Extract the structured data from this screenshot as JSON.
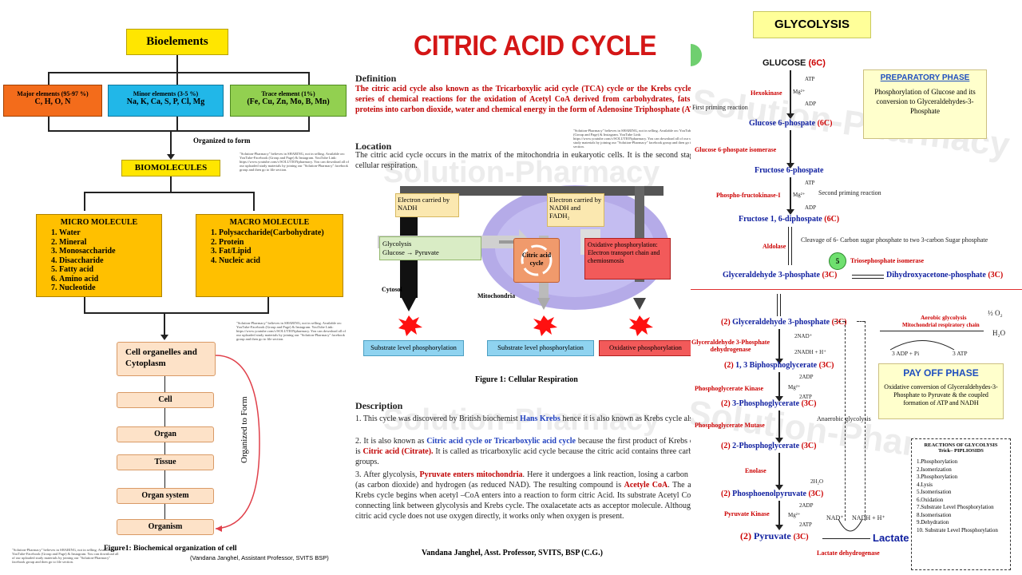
{
  "p1": {
    "bioelements": "Bioelements",
    "major": "Major elements (95-97 %)",
    "major_list": "C, H, O, N",
    "minor": "Minor elements (3-5 %)",
    "minor_list": "Na, K, Ca, S, P, Cl, Mg",
    "trace": "Trace element (1%)",
    "trace_list": "(Fe, Cu, Zn, Mo, B, Mn)",
    "organized": "Organized to form",
    "biomolecules": "BIOMOLECULES",
    "micro_title": "MICRO MOLECULE",
    "micro_items": [
      "Water",
      "Mineral",
      "Monosaccharide",
      "Disaccharide",
      "Fatty acid",
      "Amino acid",
      "Nucleotide"
    ],
    "macro_title": "MACRO MOLECULE",
    "macro_items": [
      "Polysaccharide(Carbohydrate)",
      "Protein",
      "Fat/Lipid",
      "Nucleic acid"
    ],
    "cell_org": "Cell organelles and Cytoplasm",
    "cell": "Cell",
    "organ": "Organ",
    "tissue": "Tissue",
    "organ_system": "Organ system",
    "organism": "Organism",
    "side_label": "Organized to Form",
    "fig_caption": "Figure1: Biochemical organization of cell",
    "author": "(Vandana Janghel, Assistant Professor, SVITS BSP)",
    "note1": "\"Solution-Pharmacy\" believes in SHARING, not in selling. Available on: YouTube-Facebook (Group and Page) & Instagram. YouTube Link: https://www.youtube.com/c/SOLUTIONpharmacy. You can download all of our uploaded study materials by joining our \"Solution-Pharmacy\" facebook group and then go to file section.",
    "note2": "\"Solution-Pharmacy\" believes in SHARING, not in selling. Available on: YouTube-Facebook (Group and Page) & Instagram. YouTube Link: https://www.youtube.com/c/SOLUTIONpharmacy. You can download all of our uploaded study materials by joining our \"Solution-Pharmacy\" facebook group and then go to file section.",
    "note3": "\"Solution-Pharmacy\" believes in SHARING, not in selling. Available on: YouTube-Facebook (Group and Page) & Instagram. You can download all of our uploaded study materials by joining our \"Solution-Pharmacy\" facebook group and then go to file section."
  },
  "p2": {
    "title": "CITRIC ACID CYCLE",
    "def_head": "Definition",
    "def_text": "The citric acid cycle also known as the Tricarboxylic acid cycle (TCA) cycle or the Krebs cycle is a series of chemical reactions for the oxidation of Acetyl CoA derived from carbohydrates, fats and proteins into carbon dioxide, water and chemical energy in the form of Adenosine Triphosphate (ATP).",
    "loc_head": "Location",
    "loc_text": "The citric acid cycle occurs in the matrix of the mitochondria in eukaryotic cells. It is the second stage of cellular respiration.",
    "note": "\"Solution-Pharmacy\" believes in SHARING, not in selling. Available on: YouTube-Facebook (Group and Page) & Instagram. YouTube Link: https://www.youtube.com/c/SOLUTIONpharmacy. You can download all of our uploaded study materials by joining our \"Solution-Pharmacy\" facebook group and then go to file section.",
    "electron1": "Electron carried by NADH",
    "electron2": "Electron carried by NADH and FADH₂",
    "glycolysis": "Glycolysis",
    "glucose": "Glucose",
    "pyruvate": "Pyruvate",
    "citric": "Citric acid cycle",
    "oxidative": "Oxidative phosphorylation: Electron transport chain and chemiosmosis",
    "cytosol": "Cytosol",
    "mitochondria": "Mitochondria",
    "atp": "ATP",
    "slp1": "Substrate level phosphorylation",
    "slp2": "Substrate level phosphorylation",
    "oxp": "Oxidative phosphorylation",
    "fig": "Figure 1: Cellular Respiration",
    "desc_head": "Description",
    "d1_a": "1. This cycle was discovered by British biochemist ",
    "d1_b": "Hans Krebs",
    "d1_c": " hence it is also known as Krebs cycle also",
    "d2_a": "2. It is also known as ",
    "d2_b": "Citric acid cycle or Tricarboxylic acid cycle",
    "d2_c": " because the first product of Krebs cycle is ",
    "d2_d": "Citric acid (Citrate).",
    "d2_e": " It is called as tricarboxylic acid cycle because the citric acid contains three carboxyl groups.",
    "d3_a": "3. After glycolysis, ",
    "d3_b": "Pyruvate enters mitochondria",
    "d3_c": ". Here it undergoes a link reaction, losing a carbon atom (as carbon dioxide) and hydrogen (as reduced NAD). The resulting compound is ",
    "d3_d": "Acetyle CoA",
    "d3_e": ". The actual Krebs cycle begins when acetyl –CoA enters into a reaction to form citric Acid. Its substrate Acetyl Co-A is connecting link between glycolysis and Krebs cycle. The oxalacetate acts as acceptor molecule. Although the citric acid cycle does not use oxygen directly, it works only when oxygen is present.",
    "footer": "Vandana Janghel, Asst. Professor, SVITS, BSP (C.G.)",
    "watermark": "Solution-Pharmacy"
  },
  "p3": {
    "title": "GLYCOLYSIS",
    "glucose": "GLUCOSE",
    "c6": "(6C)",
    "c3": "(3C)",
    "hexokinase": "Hexokinase",
    "atp": "ATP",
    "adp": "ADP",
    "mg": "Mg²⁺",
    "first_priming": "First priming reaction",
    "g6p": "Glucose 6-phospate",
    "g6p_iso": "Glucose 6-phospate isomerase",
    "f6p": "Fructose 6-phospate",
    "pfk": "Phospho-fructokinase-I",
    "second_priming": "Second priming reaction",
    "f16": "Fructose 1, 6-diphospate",
    "cleavage": "Cleavage of 6- Carbon sugar phosphate to two 3-carbon Sugar phosphate",
    "aldolase": "Aldolase",
    "five": "5",
    "tpi": "Triosephosphate isomerase",
    "g3p": "Glyceraldehyde 3-phosphate",
    "dhap": "Dihydroxyacetone-phosphate",
    "prep_title": "PREPARATORY PHASE",
    "prep_text": "Phosphorylation of Glucose and its conversion to Glyceraldehydes-3-Phosphate",
    "two": "(2)",
    "g3p2": "Glyceraldehyde 3-phosphate",
    "g3pdh": "Glyceraldehyde 3-Phosphate dehydrogenase",
    "nad": "2NAD⁺",
    "nadh": "2NADH + H⁺",
    "bpg": "1, 3 Biphosphoglycerate",
    "adp2": "2ADP",
    "atp2": "2ATP",
    "pgk": "Phosphoglycerate Kinase",
    "pg3": "3-Phosphoglycerate",
    "pgm": "Phosphoglycerate Mutase",
    "anaerobic": "Anaerobic glycolysis",
    "pg2": "2-Phosphoglycerate",
    "enolase": "Enolase",
    "h2o": "2H₂O",
    "pep": "Phosphoenolpyruvate",
    "pk": "Pyruvate Kinase",
    "pyruvate": "Pyruvate",
    "nad_single": "NAD⁺",
    "nadh_single": "NADH + H⁺",
    "lactate": "Lactate",
    "ldh": "Lactate dehydrogenase",
    "aerobic": "Aerobic glycolysis",
    "mito_chain": "Mitochondrial respiratory chain",
    "half_o2": "½ O₂",
    "h2o_single": "H₂O",
    "adp_pi": "3 ADP + Pi",
    "atp3": "3 ATP",
    "payoff_title": "PAY OFF PHASE",
    "payoff_text": "Oxidative conversion of Glyceraldehydes-3-Phosphate to Pyruvate & the coupled formation of ATP and NADH",
    "reactions_title": "REACTIONS OF GLYCOLYSIS",
    "trick": "Trick– PIPLIOSIDS",
    "reactions": [
      "1.Phosphorylation",
      "2.Isomerization",
      "3.Phosphorylation",
      "4.Lysis",
      "5.Isomerisation",
      "6.Oxidation",
      "7.Substrate Level Phosphorylation",
      "8.Isomerisation",
      "9.Dehydration",
      "10. Substrate Level Phosphorylation"
    ],
    "watermark": "Solution-Pharmacy"
  }
}
